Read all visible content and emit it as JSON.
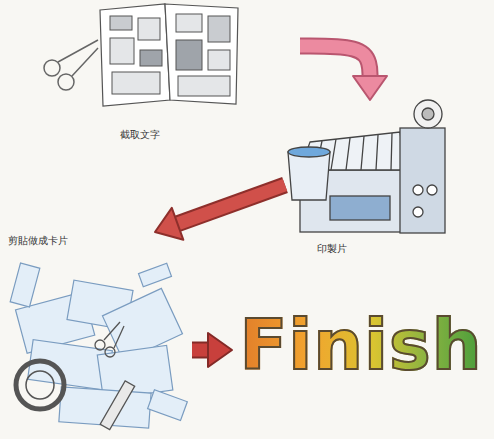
{
  "diagram": {
    "nodes": [
      {
        "text": [
          "截取文字"
        ]
      },
      {
        "text": [
          "印製片"
        ]
      },
      {
        "text": [
          "剪貼做成卡片"
        ]
      },
      {
        "text": [
          "Finish"
        ]
      }
    ],
    "edges": [
      {
        "from": 0,
        "to": 1,
        "arrow": "to"
      },
      {
        "from": 1,
        "to": 2,
        "arrow": "to"
      },
      {
        "from": 2,
        "to": 3,
        "arrow": "to"
      }
    ]
  }
}
